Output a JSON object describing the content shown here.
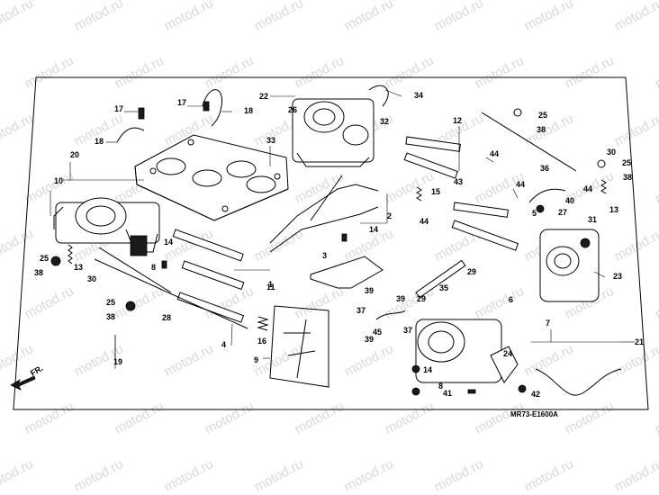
{
  "watermark": "motod.ru",
  "diagram_code": "MR73-E1600A",
  "direction_label": "FR.",
  "callouts": [
    "1",
    "2",
    "3",
    "4",
    "5",
    "6",
    "7",
    "8",
    "9",
    "10",
    "11",
    "12",
    "13",
    "14",
    "15",
    "16",
    "17",
    "18",
    "19",
    "20",
    "21",
    "22",
    "23",
    "24",
    "25",
    "26",
    "27",
    "28",
    "29",
    "30",
    "31",
    "32",
    "33",
    "34",
    "35",
    "36",
    "37",
    "38",
    "39",
    "40",
    "41",
    "42",
    "43",
    "44",
    "45"
  ]
}
